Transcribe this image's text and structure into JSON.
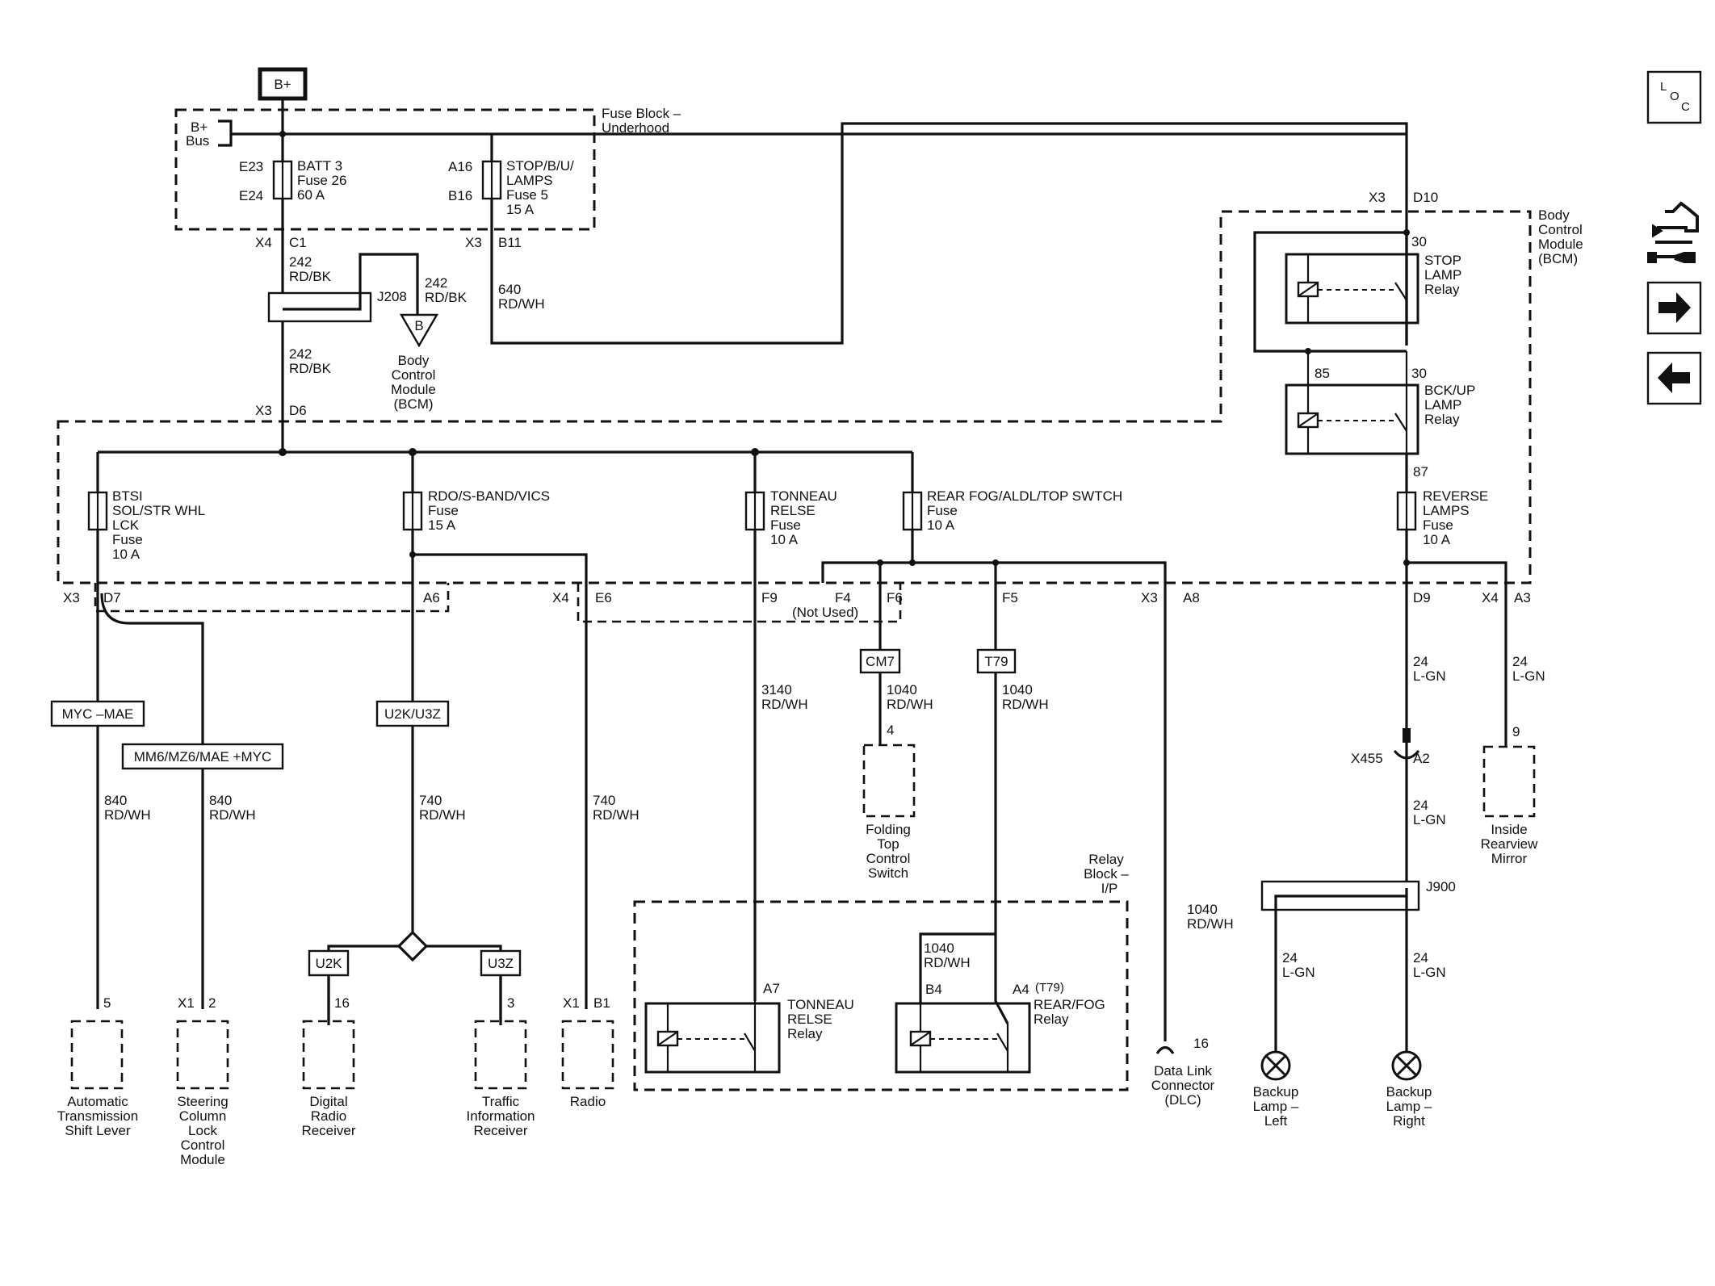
{
  "supply": {
    "b_plus": "B+",
    "b_plus_bus": [
      "B+",
      "Bus"
    ]
  },
  "fuse_block_underhood": {
    "title": [
      "Fuse Block –",
      "Underhood"
    ],
    "batt3": {
      "pin_in": "E23",
      "pin_out": "E24",
      "label": [
        "BATT 3",
        "Fuse 26",
        "60 A"
      ]
    },
    "stop_bu": {
      "pin_in": "A16",
      "pin_out": "B16",
      "label": [
        "STOP/B/U/",
        "LAMPS",
        "Fuse 5",
        "15 A"
      ]
    },
    "out_left": [
      "X4",
      "C1"
    ],
    "out_right": [
      "X3",
      "B11"
    ]
  },
  "wires_top": {
    "w242_a": [
      "242",
      "RD/BK"
    ],
    "w242_b": [
      "242",
      "RD/BK"
    ],
    "w242_c": [
      "242",
      "RD/BK"
    ],
    "w640": [
      "640",
      "RD/WH"
    ]
  },
  "splice_j208": "J208",
  "ground_b": {
    "symbol": "B",
    "label": [
      "Body",
      "Control",
      "Module",
      "(BCM)"
    ]
  },
  "bcm": {
    "title": [
      "Body",
      "Control",
      "Module",
      "(BCM)"
    ],
    "input_top": [
      "X3",
      "D10"
    ],
    "input_left": [
      "X3",
      "D6"
    ],
    "stop_relay": {
      "pin": "30",
      "label": [
        "STOP",
        "LAMP",
        "Relay"
      ]
    },
    "backup_relay": {
      "pin_85": "85",
      "pin_30": "30",
      "pin_87": "87",
      "label": [
        "BCK/UP",
        "LAMP",
        "Relay"
      ]
    },
    "fuses": {
      "btsi": [
        "BTSI",
        "SOL/STR WHL",
        "LCK",
        "Fuse",
        "10 A"
      ],
      "rdo": [
        "RDO/S-BAND/VICS",
        "Fuse",
        "15 A"
      ],
      "tonneau": [
        "TONNEAU",
        "RELSE",
        "Fuse",
        "10 A"
      ],
      "rearfog": [
        "REAR FOG/ALDL/TOP SWTCH",
        "Fuse",
        "10 A"
      ],
      "reverse": [
        "REVERSE",
        "LAMPS",
        "Fuse",
        "10 A"
      ]
    }
  },
  "connectors": {
    "x3_d7": [
      "X3",
      "D7"
    ],
    "a6": "A6",
    "x4_e6": [
      "X4",
      "E6"
    ],
    "f9": "F9",
    "f4": "F4",
    "not_used": "(Not Used)",
    "f6": "F6",
    "f5": "F5",
    "x3_a8": [
      "X3",
      "A8"
    ],
    "d9": "D9",
    "x4_a3": [
      "X4",
      "A3"
    ]
  },
  "options": {
    "myc_mae": "MYC –MAE",
    "mm6": "MM6/MZ6/MAE +MYC",
    "u2k_u3z": "U2K/U3Z",
    "u2k": "U2K",
    "u3z": "U3Z",
    "cm7": "CM7",
    "t79": "T79"
  },
  "wires_bottom": {
    "w840_a": [
      "840",
      "RD/WH"
    ],
    "w840_b": [
      "840",
      "RD/WH"
    ],
    "w740_a": [
      "740",
      "RD/WH"
    ],
    "w740_b": [
      "740",
      "RD/WH"
    ],
    "w3140": [
      "3140",
      "RD/WH"
    ],
    "w1040_a": [
      "1040",
      "RD/WH"
    ],
    "w1040_b": [
      "1040",
      "RD/WH"
    ],
    "w1040_c": [
      "1040",
      "RD/WH"
    ],
    "w1040_d": [
      "1040",
      "RD/WH"
    ],
    "w24_a": [
      "24",
      "L-GN"
    ],
    "w24_b": [
      "24",
      "L-GN"
    ],
    "w24_c": [
      "24",
      "L-GN"
    ],
    "w24_d": [
      "24",
      "L-GN"
    ],
    "w24_e": [
      "24",
      "L-GN"
    ]
  },
  "x455": {
    "name": "X455",
    "pin": "A2"
  },
  "splice_j900": "J900",
  "relay_block": {
    "title": [
      "Relay",
      "Block –",
      "I/P"
    ],
    "tonneau_relay": {
      "pin": "A7",
      "label": [
        "TONNEAU",
        "RELSE",
        "Relay"
      ]
    },
    "rearfog_relay": {
      "pin_b4": "B4",
      "pin_a4": "A4",
      "pin_a4_opt": "(T79)",
      "label": [
        "REAR/FOG",
        "Relay"
      ]
    }
  },
  "components": {
    "ats_lever": {
      "pin": "5",
      "label": [
        "Automatic",
        "Transmission",
        "Shift Lever"
      ]
    },
    "steering_lock": {
      "pin": [
        "X1",
        "2"
      ],
      "label": [
        "Steering",
        "Column",
        "Lock",
        "Control",
        "Module"
      ]
    },
    "digital_radio": {
      "pin": "16",
      "label": [
        "Digital",
        "Radio",
        "Receiver"
      ]
    },
    "traffic_info": {
      "pin": "3",
      "label": [
        "Traffic",
        "Information",
        "Receiver"
      ]
    },
    "radio": {
      "pin": [
        "X1",
        "B1"
      ],
      "label": [
        "Radio"
      ]
    },
    "folding_top": {
      "pin": "4",
      "label": [
        "Folding",
        "Top",
        "Control",
        "Switch"
      ]
    },
    "dlc": {
      "pin": "16",
      "label": [
        "Data Link",
        "Connector",
        "(DLC)"
      ]
    },
    "backup_left": {
      "label": [
        "Backup",
        "Lamp –",
        "Left"
      ]
    },
    "backup_right": {
      "label": [
        "Backup",
        "Lamp –",
        "Right"
      ]
    },
    "mirror": {
      "pin": "9",
      "label": [
        "Inside",
        "Rearview",
        "Mirror"
      ]
    }
  },
  "nav": {
    "loc": [
      "L",
      "O",
      "C"
    ]
  }
}
